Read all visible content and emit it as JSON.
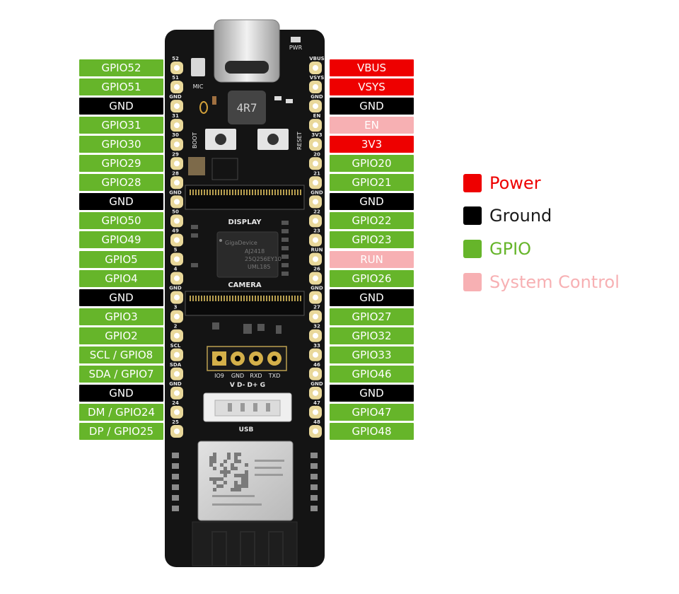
{
  "pins": {
    "left": [
      {
        "label": "GPIO52",
        "type": "gpio",
        "num": "52"
      },
      {
        "label": "GPIO51",
        "type": "gpio",
        "num": "51"
      },
      {
        "label": "GND",
        "type": "gnd",
        "num": "GND"
      },
      {
        "label": "GPIO31",
        "type": "gpio",
        "num": "31"
      },
      {
        "label": "GPIO30",
        "type": "gpio",
        "num": "30"
      },
      {
        "label": "GPIO29",
        "type": "gpio",
        "num": "29"
      },
      {
        "label": "GPIO28",
        "type": "gpio",
        "num": "28"
      },
      {
        "label": "GND",
        "type": "gnd",
        "num": "GND"
      },
      {
        "label": "GPIO50",
        "type": "gpio",
        "num": "50"
      },
      {
        "label": "GPIO49",
        "type": "gpio",
        "num": "49"
      },
      {
        "label": "GPIO5",
        "type": "gpio",
        "num": "5"
      },
      {
        "label": "GPIO4",
        "type": "gpio",
        "num": "4"
      },
      {
        "label": "GND",
        "type": "gnd",
        "num": "GND"
      },
      {
        "label": "GPIO3",
        "type": "gpio",
        "num": "3"
      },
      {
        "label": "GPIO2",
        "type": "gpio",
        "num": "2"
      },
      {
        "label": "SCL / GPIO8",
        "type": "gpio",
        "num": "SCL"
      },
      {
        "label": "SDA / GPIO7",
        "type": "gpio",
        "num": "SDA"
      },
      {
        "label": "GND",
        "type": "gnd",
        "num": "GND"
      },
      {
        "label": "DM / GPIO24",
        "type": "gpio",
        "num": "24"
      },
      {
        "label": "DP / GPIO25",
        "type": "gpio",
        "num": "25"
      }
    ],
    "right": [
      {
        "label": "VBUS",
        "type": "power",
        "num": "VBUS"
      },
      {
        "label": "VSYS",
        "type": "power",
        "num": "VSYS"
      },
      {
        "label": "GND",
        "type": "gnd",
        "num": "GND"
      },
      {
        "label": "EN",
        "type": "sys",
        "num": "EN"
      },
      {
        "label": "3V3",
        "type": "power",
        "num": "3V3"
      },
      {
        "label": "GPIO20",
        "type": "gpio",
        "num": "20"
      },
      {
        "label": "GPIO21",
        "type": "gpio",
        "num": "21"
      },
      {
        "label": "GND",
        "type": "gnd",
        "num": "GND"
      },
      {
        "label": "GPIO22",
        "type": "gpio",
        "num": "22"
      },
      {
        "label": "GPIO23",
        "type": "gpio",
        "num": "23"
      },
      {
        "label": "RUN",
        "type": "sys",
        "num": "RUN"
      },
      {
        "label": "GPIO26",
        "type": "gpio",
        "num": "26"
      },
      {
        "label": "GND",
        "type": "gnd",
        "num": "GND"
      },
      {
        "label": "GPIO27",
        "type": "gpio",
        "num": "27"
      },
      {
        "label": "GPIO32",
        "type": "gpio",
        "num": "32"
      },
      {
        "label": "GPIO33",
        "type": "gpio",
        "num": "33"
      },
      {
        "label": "GPIO46",
        "type": "gpio",
        "num": "46"
      },
      {
        "label": "GND",
        "type": "gnd",
        "num": "GND"
      },
      {
        "label": "GPIO47",
        "type": "gpio",
        "num": "47"
      },
      {
        "label": "GPIO48",
        "type": "gpio",
        "num": "48"
      }
    ]
  },
  "legend": [
    {
      "label": "Power",
      "color": "#ee0000",
      "text_color": "#ee0000"
    },
    {
      "label": "Ground",
      "color": "#000000",
      "text_color": "#1a1a1a"
    },
    {
      "label": "GPIO",
      "color": "#66b52a",
      "text_color": "#66b52a"
    },
    {
      "label": "System Control",
      "color": "#f7b0b3",
      "text_color": "#f7b0b3"
    }
  ],
  "colors": {
    "gpio": "#66b52a",
    "gnd": "#000000",
    "power": "#ee0000",
    "sys": "#f7b0b3",
    "board": "#141414"
  },
  "board": {
    "mic": "MIC",
    "boot": "BOOT",
    "reset": "RESET",
    "pwr": "PWR",
    "inductor": "4R7",
    "display": "DISPLAY",
    "camera": "CAMERA",
    "flash_lines": [
      "GigaDevice",
      "AJ2418",
      "25Q256EY10",
      "UML185"
    ],
    "uart_labels": [
      "IO9",
      "GND",
      "RXD",
      "TXD"
    ],
    "usb_pin_labels": "V D- D+ G",
    "usb": "USB"
  }
}
